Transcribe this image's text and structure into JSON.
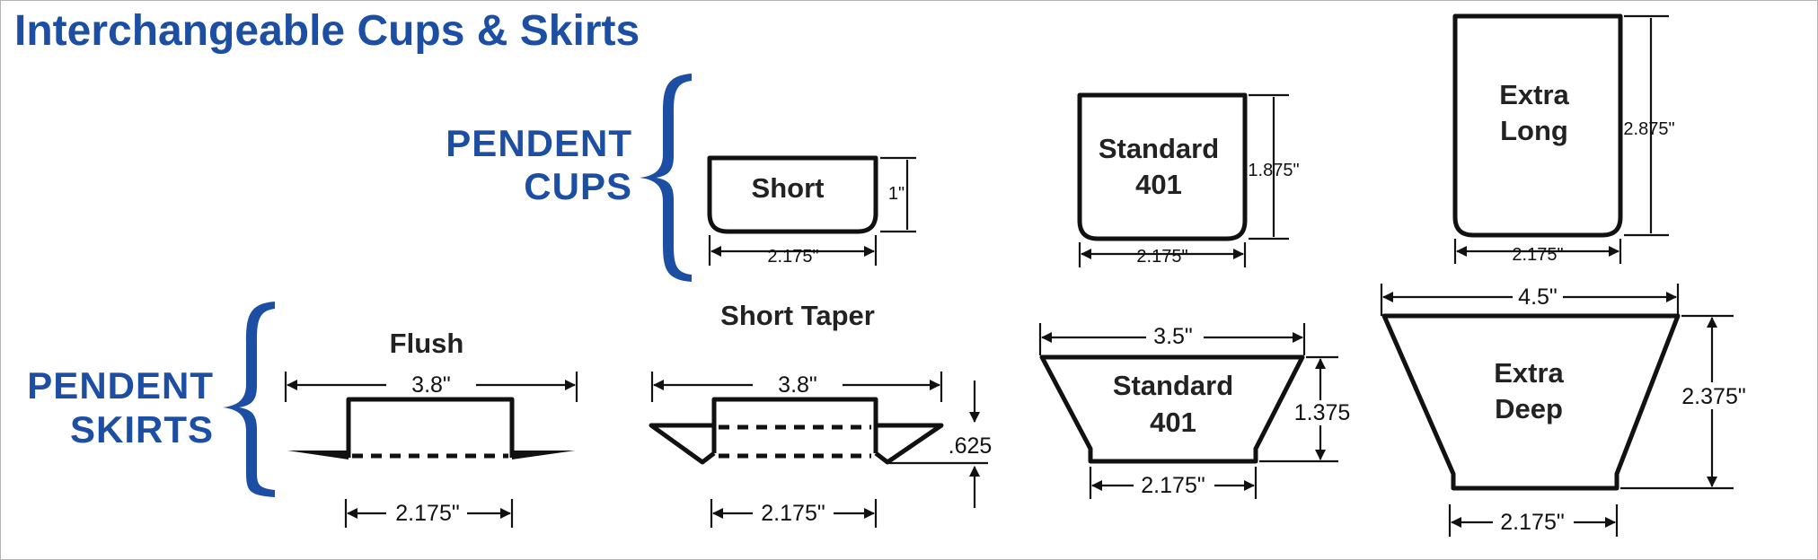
{
  "title": "Interchangeable Cups & Skirts",
  "sections": {
    "cups": {
      "line1": "PENDENT",
      "line2": "CUPS"
    },
    "skirts": {
      "line1": "PENDENT",
      "line2": "SKIRTS"
    }
  },
  "cups": [
    {
      "name": "Short",
      "width": "2.175\"",
      "height": "1\""
    },
    {
      "name_line1": "Standard",
      "name_line2": "401",
      "width": "2.175\"",
      "height": "1.875\""
    },
    {
      "name_line1": "Extra",
      "name_line2": "Long",
      "width": "2.175\"",
      "height": "2.875\""
    }
  ],
  "skirts": [
    {
      "name": "Flush",
      "top_width": "3.8\"",
      "bottom_width": "2.175\""
    },
    {
      "name": "Short Taper",
      "top_width": "3.8\"",
      "bottom_width": "2.175\"",
      "depth": ".625"
    },
    {
      "name_line1": "Standard",
      "name_line2": "401",
      "top_width": "3.5\"",
      "bottom_width": "2.175\"",
      "height": "1.375"
    },
    {
      "name_line1": "Extra",
      "name_line2": "Deep",
      "top_width": "4.5\"",
      "bottom_width": "2.175\"",
      "height": "2.375\""
    }
  ],
  "colors": {
    "brand_blue": "#1c4fa3",
    "ink": "#111111"
  }
}
